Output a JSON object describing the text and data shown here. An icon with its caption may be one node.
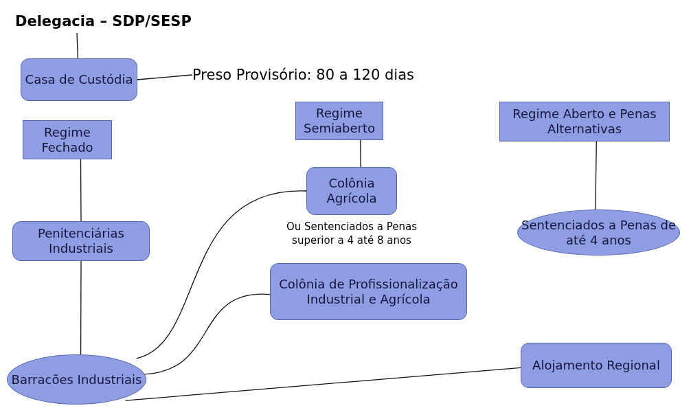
{
  "diagram": {
    "nodes": [
      {
        "text": [
          "Delegacia – SDP/SESP"
        ]
      },
      {
        "text": [
          "Casa de Custódia"
        ]
      },
      {
        "text": [
          "Preso Provisório: 80 a 120 dias"
        ]
      },
      {
        "text": [
          "Regime Fechado"
        ]
      },
      {
        "text": [
          "Regime Semiaberto"
        ]
      },
      {
        "text": [
          "Regime Aberto e Penas Alternativas"
        ]
      },
      {
        "text": [
          "Colônia Agrícola"
        ],
        "beside": [
          "Ou Sentenciados a Penas superior a 4 até 8 anos"
        ]
      },
      {
        "text": [
          "Penitenciárias Industriais"
        ]
      },
      {
        "text": [
          "Sentenciados a Penas de até 4 anos"
        ]
      },
      {
        "text": [
          "Colônia de Profissionalização Industrial e Agrícola"
        ]
      },
      {
        "text": [
          "Barracões Industriais"
        ]
      },
      {
        "text": [
          "Alojamento Regional"
        ]
      }
    ],
    "edges": [
      {
        "from": 0,
        "to": 1,
        "arrow": "none"
      },
      {
        "from": 1,
        "to": 2,
        "arrow": "none"
      },
      {
        "from": 3,
        "to": 7,
        "arrow": "none"
      },
      {
        "from": 7,
        "to": 10,
        "arrow": "none"
      },
      {
        "from": 4,
        "to": 6,
        "arrow": "none"
      },
      {
        "from": 5,
        "to": 8,
        "arrow": "none"
      },
      {
        "from": 10,
        "to": 6,
        "arrow": "none"
      },
      {
        "from": 10,
        "to": 9,
        "arrow": "none"
      },
      {
        "from": 10,
        "to": 11,
        "arrow": "none"
      }
    ]
  }
}
